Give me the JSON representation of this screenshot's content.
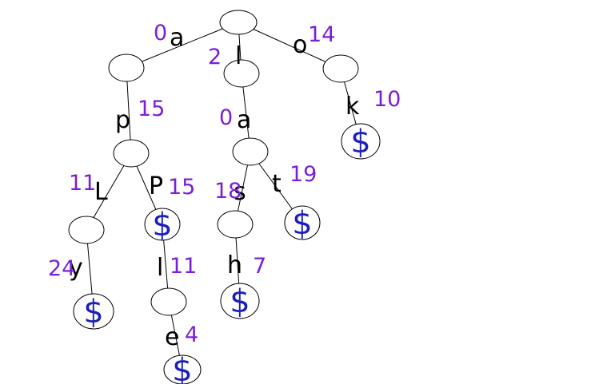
{
  "nodes": [
    {
      "id": "root",
      "end_marker": ""
    },
    {
      "id": "n-a",
      "end_marker": ""
    },
    {
      "id": "n-l",
      "end_marker": ""
    },
    {
      "id": "n-o",
      "end_marker": ""
    },
    {
      "id": "n-ap",
      "end_marker": ""
    },
    {
      "id": "n-la",
      "end_marker": ""
    },
    {
      "id": "n-ok",
      "end_marker": "$"
    },
    {
      "id": "n-apl",
      "end_marker": ""
    },
    {
      "id": "n-app",
      "end_marker": "$"
    },
    {
      "id": "n-las",
      "end_marker": ""
    },
    {
      "id": "n-lat",
      "end_marker": "$"
    },
    {
      "id": "n-aply",
      "end_marker": "$"
    },
    {
      "id": "n-appl",
      "end_marker": ""
    },
    {
      "id": "n-lash",
      "end_marker": "$"
    },
    {
      "id": "n-apple",
      "end_marker": "$"
    }
  ],
  "edges": [
    {
      "from": "root",
      "to": "n-a",
      "char": "a",
      "value": "0"
    },
    {
      "from": "root",
      "to": "n-l",
      "char": "l",
      "value": "2"
    },
    {
      "from": "root",
      "to": "n-o",
      "char": "o",
      "value": "14"
    },
    {
      "from": "n-a",
      "to": "n-ap",
      "char": "p",
      "value": "15"
    },
    {
      "from": "n-l",
      "to": "n-la",
      "char": "a",
      "value": "0"
    },
    {
      "from": "n-o",
      "to": "n-ok",
      "char": "k",
      "value": "10"
    },
    {
      "from": "n-ap",
      "to": "n-apl",
      "char": "L",
      "value": "11"
    },
    {
      "from": "n-ap",
      "to": "n-app",
      "char": "P",
      "value": "15"
    },
    {
      "from": "n-la",
      "to": "n-las",
      "char": "s",
      "value": "18"
    },
    {
      "from": "n-la",
      "to": "n-lat",
      "char": "t",
      "value": "19"
    },
    {
      "from": "n-apl",
      "to": "n-aply",
      "char": "y",
      "value": "24"
    },
    {
      "from": "n-app",
      "to": "n-appl",
      "char": "l",
      "value": "11"
    },
    {
      "from": "n-las",
      "to": "n-lash",
      "char": "h",
      "value": "7"
    },
    {
      "from": "n-appl",
      "to": "n-apple",
      "char": "e",
      "value": "4"
    }
  ]
}
